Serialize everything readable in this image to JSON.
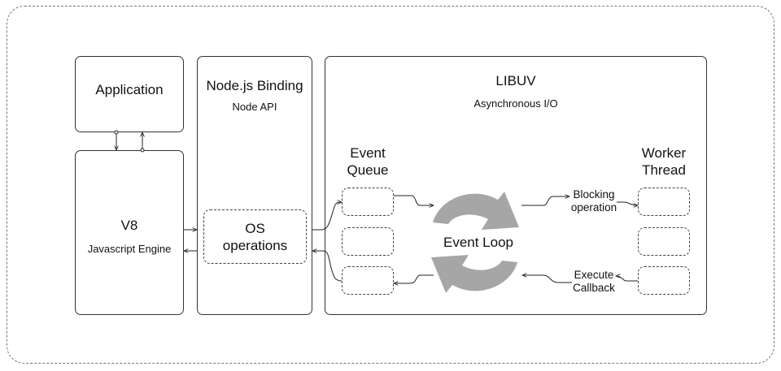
{
  "application": {
    "title": "Application"
  },
  "v8": {
    "title": "V8",
    "subtitle": "Javascript Engine"
  },
  "binding": {
    "title": "Node.js Binding",
    "subtitle": "Node API",
    "os_ops": "OS\noperations"
  },
  "libuv": {
    "title": "LIBUV",
    "subtitle": "Asynchronous I/O",
    "event_queue": "Event\nQueue",
    "worker_thread": "Worker\nThread",
    "event_loop": "Event Loop",
    "blocking_operation": "Blocking\noperation",
    "execute_callback": "Execute\nCallback"
  },
  "colors": {
    "loop_arrow": "#a6a6a6",
    "border": "#333333"
  }
}
